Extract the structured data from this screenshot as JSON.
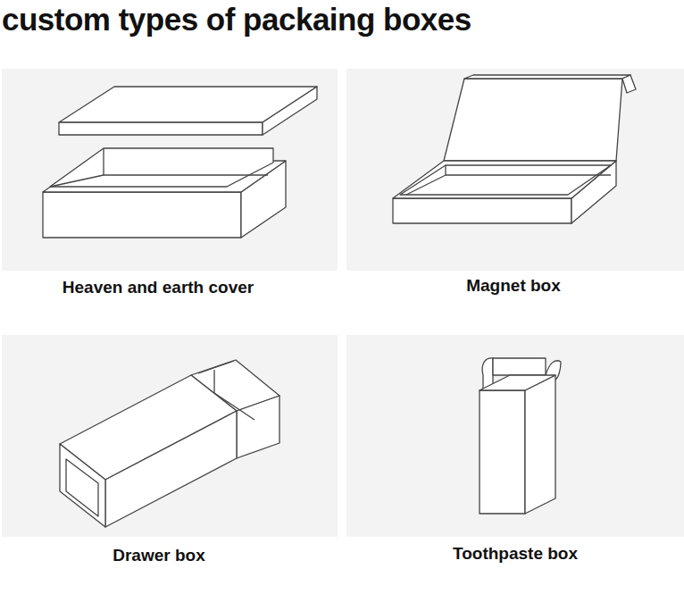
{
  "diagram": {
    "title": "custom types of packaing boxes",
    "labels": [
      "Heaven and earth cover",
      "Magnet box",
      "Drawer box",
      "Toothpaste box"
    ]
  }
}
